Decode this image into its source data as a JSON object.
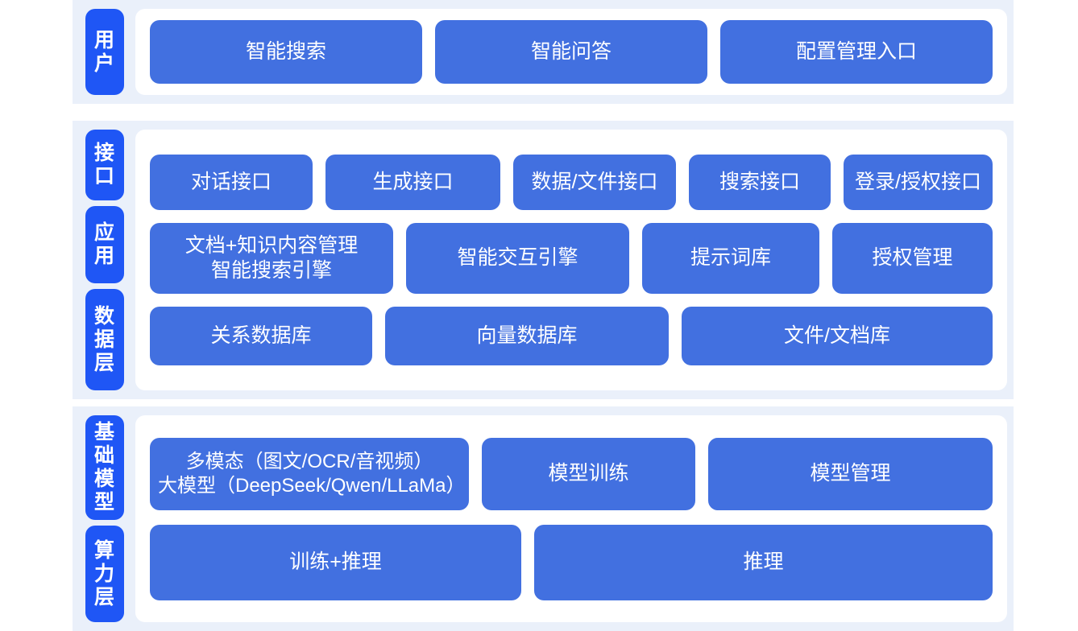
{
  "colors": {
    "page_background": "#ffffff",
    "band_background": "#eaf0fa",
    "panel_background": "#ffffff",
    "tab_blue": "#1f56f5",
    "box_blue": "#4270e0",
    "text_on_blue": "#ffffff"
  },
  "sections": [
    {
      "id": "user",
      "tabs": [
        "用户"
      ],
      "rows": [
        {
          "id": "user-entries",
          "boxes": [
            "智能搜索",
            "智能问答",
            "配置管理入口"
          ]
        }
      ]
    },
    {
      "id": "platform",
      "tabs": [
        "接口",
        "应用",
        "数据层"
      ],
      "rows": [
        {
          "id": "interface",
          "boxes": [
            "对话接口",
            "生成接口",
            "数据/文件接口",
            "搜索接口",
            "登录/授权接口"
          ]
        },
        {
          "id": "application",
          "boxes": [
            "文档+知识内容管理\n智能搜索引擎",
            "智能交互引擎",
            "提示词库",
            "授权管理"
          ]
        },
        {
          "id": "data",
          "boxes": [
            "关系数据库",
            "向量数据库",
            "文件/文档库"
          ]
        }
      ]
    },
    {
      "id": "foundation",
      "tabs": [
        "基础模型",
        "算力层"
      ],
      "rows": [
        {
          "id": "model",
          "boxes": [
            "多模态（图文/OCR/音视频）\n大模型（DeepSeek/Qwen/LLaMa）",
            "模型训练",
            "模型管理"
          ]
        },
        {
          "id": "compute",
          "boxes": [
            "训练+推理",
            "推理"
          ]
        }
      ]
    }
  ]
}
